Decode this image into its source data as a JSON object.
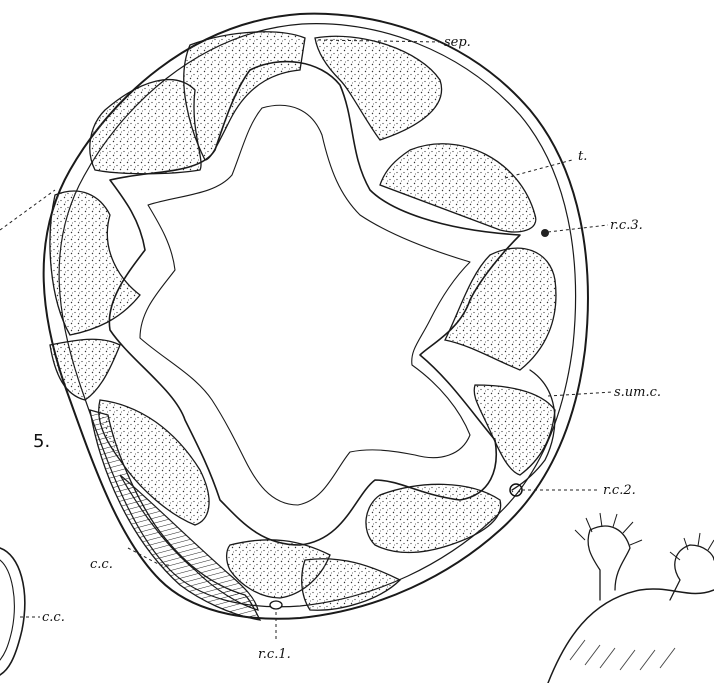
{
  "figure": {
    "number": "5.",
    "labels": {
      "sep": "sep.",
      "t": "t.",
      "rc3": "r.c.3.",
      "sumc": "s.um.c.",
      "rc2": "r.c.2.",
      "rc1": "r.c.1.",
      "cc_inner": "c.c.",
      "cc_outer": "c.c."
    }
  },
  "colors": {
    "ink": "#1a1a1a",
    "paper": "#ffffff",
    "stipple": "#3a3a3a"
  }
}
